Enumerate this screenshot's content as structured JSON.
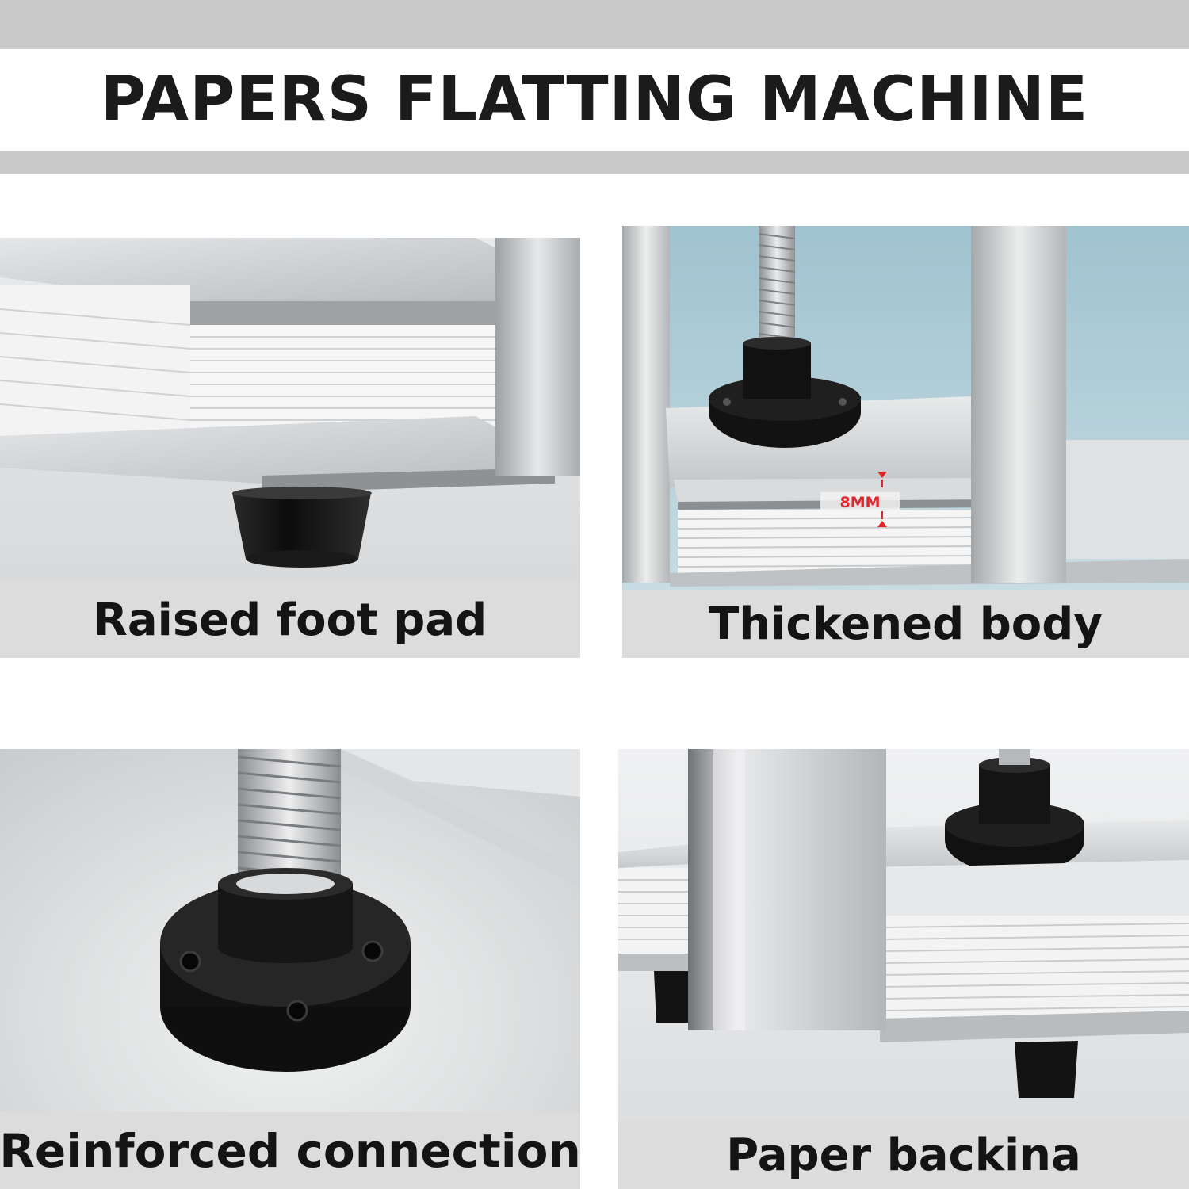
{
  "header": {
    "title": "PAPERS FLATTING MACHINE"
  },
  "panels": [
    {
      "caption": "Raised foot pad"
    },
    {
      "caption": "Thickened body",
      "dimension_label": "8MM"
    },
    {
      "caption": "Reinforced connection"
    },
    {
      "caption": "Paper backina"
    }
  ],
  "colors": {
    "band_gray": "#c9c9c9",
    "caption_bg": "#dcdcdc",
    "steel": "#cfd2d4",
    "paper": "#f4f4f4",
    "rubber": "#151515",
    "dimension_red": "#e0262c"
  }
}
